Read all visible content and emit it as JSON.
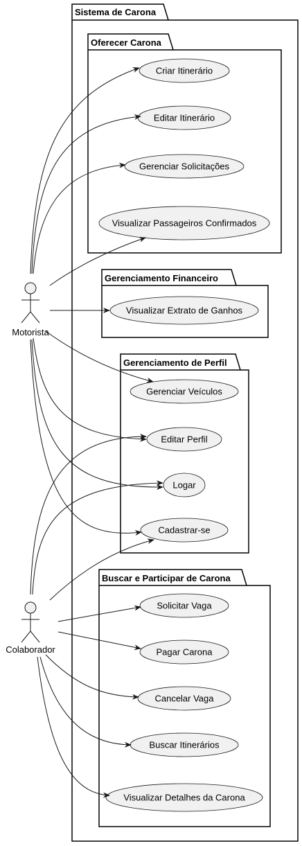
{
  "system": {
    "title": "Sistema de Carona"
  },
  "packages": {
    "oferecer": {
      "title": "Oferecer Carona"
    },
    "financeiro": {
      "title": "Gerenciamento Financeiro"
    },
    "perfil": {
      "title": "Gerenciamento de Perfil"
    },
    "buscar": {
      "title": "Buscar e Participar de Carona"
    }
  },
  "usecases": {
    "criar_itinerario": "Criar Itinerário",
    "editar_itinerario": "Editar Itinerário",
    "gerenciar_solicitacoes": "Gerenciar Solicitações",
    "visualizar_passageiros": "Visualizar Passageiros Confirmados",
    "visualizar_extrato": "Visualizar Extrato de Ganhos",
    "gerenciar_veiculos": "Gerenciar Veículos",
    "editar_perfil": "Editar Perfil",
    "logar": "Logar",
    "cadastrar": "Cadastrar-se",
    "solicitar_vaga": "Solicitar Vaga",
    "pagar_carona": "Pagar Carona",
    "cancelar_vaga": "Cancelar Vaga",
    "buscar_itinerarios": "Buscar Itinerários",
    "visualizar_detalhes": "Visualizar Detalhes da Carona"
  },
  "actors": {
    "motorista": "Motorista",
    "colaborador": "Colaborador"
  }
}
